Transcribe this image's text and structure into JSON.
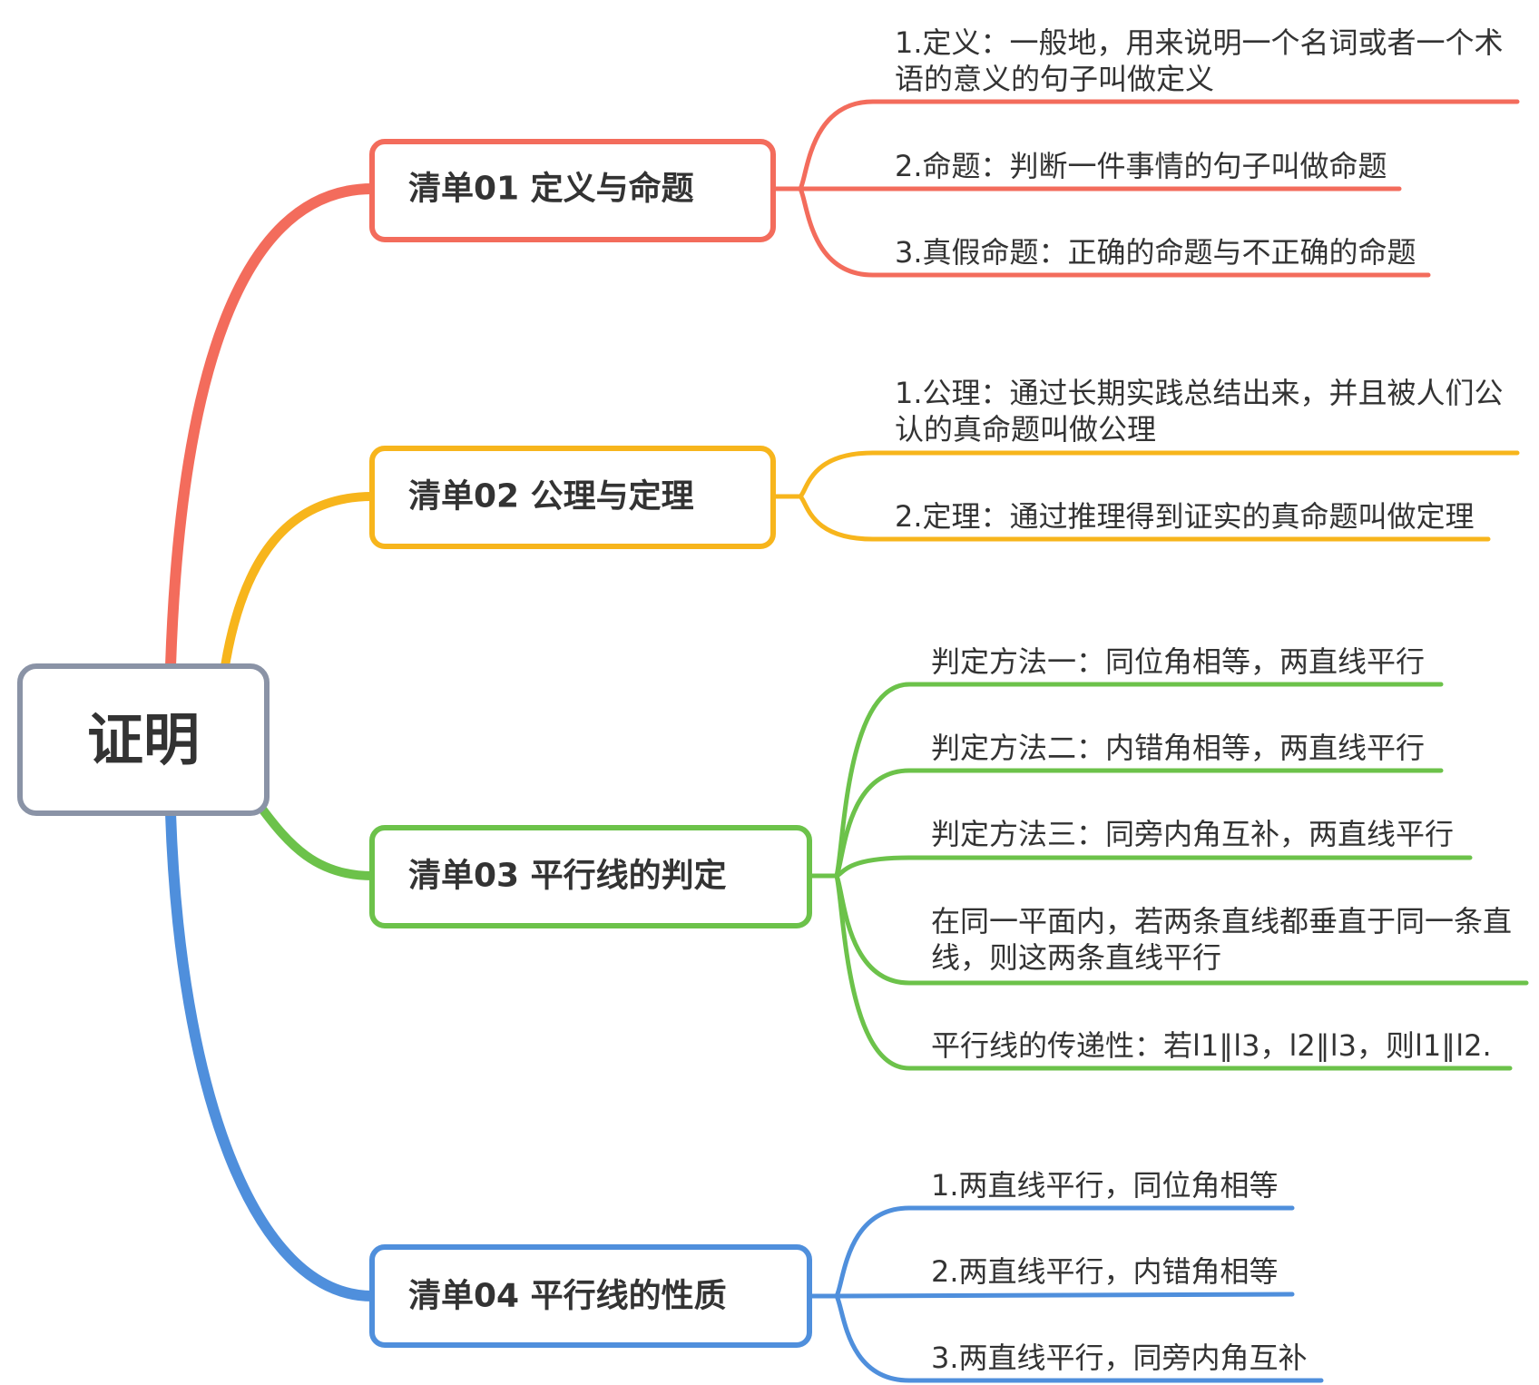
{
  "root": {
    "label": "证明",
    "color": "#8a93a6"
  },
  "branches": [
    {
      "label": "清单01 定义与命题",
      "color": "#f36c5c",
      "leaves": [
        {
          "lines": [
            "1.定义：一般地，用来说明一个名词或者一个术",
            "语的意义的句子叫做定义"
          ]
        },
        {
          "lines": [
            "2.命题：判断一件事情的句子叫做命题"
          ]
        },
        {
          "lines": [
            "3.真假命题：正确的命题与不正确的命题"
          ]
        }
      ]
    },
    {
      "label": "清单02 公理与定理",
      "color": "#f7b51c",
      "leaves": [
        {
          "lines": [
            "1.公理：通过长期实践总结出来，并且被人们公",
            "认的真命题叫做公理"
          ]
        },
        {
          "lines": [
            "2.定理：通过推理得到证实的真命题叫做定理"
          ]
        }
      ]
    },
    {
      "label": "清单03 平行线的判定",
      "color": "#6cc24a",
      "leaves": [
        {
          "lines": [
            "判定方法一：同位角相等，两直线平行"
          ]
        },
        {
          "lines": [
            "判定方法二：内错角相等，两直线平行"
          ]
        },
        {
          "lines": [
            "判定方法三：同旁内角互补，两直线平行"
          ]
        },
        {
          "lines": [
            "在同一平面内，若两条直线都垂直于同一条直",
            "线，则这两条直线平行"
          ]
        },
        {
          "lines": [
            "平行线的传递性：若l1∥l3，l2∥l3，则l1∥l2."
          ]
        }
      ]
    },
    {
      "label": "清单04 平行线的性质",
      "color": "#4f8fdc",
      "leaves": [
        {
          "lines": [
            "1.两直线平行，同位角相等"
          ]
        },
        {
          "lines": [
            "2.两直线平行，内错角相等"
          ]
        },
        {
          "lines": [
            "3.两直线平行，同旁内角互补"
          ]
        }
      ]
    }
  ]
}
